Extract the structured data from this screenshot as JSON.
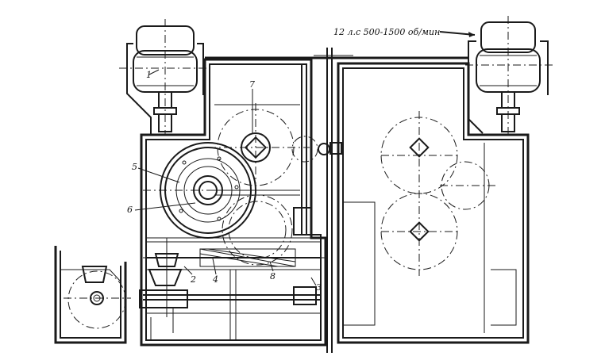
{
  "annotation": {
    "motor_note": "12 л.с 500-1500 об/мин"
  },
  "callouts": {
    "c1": "1",
    "c2": "2",
    "c3": "3",
    "c4": "4",
    "c5": "5",
    "c6": "6",
    "c7": "7",
    "c8": "8"
  }
}
